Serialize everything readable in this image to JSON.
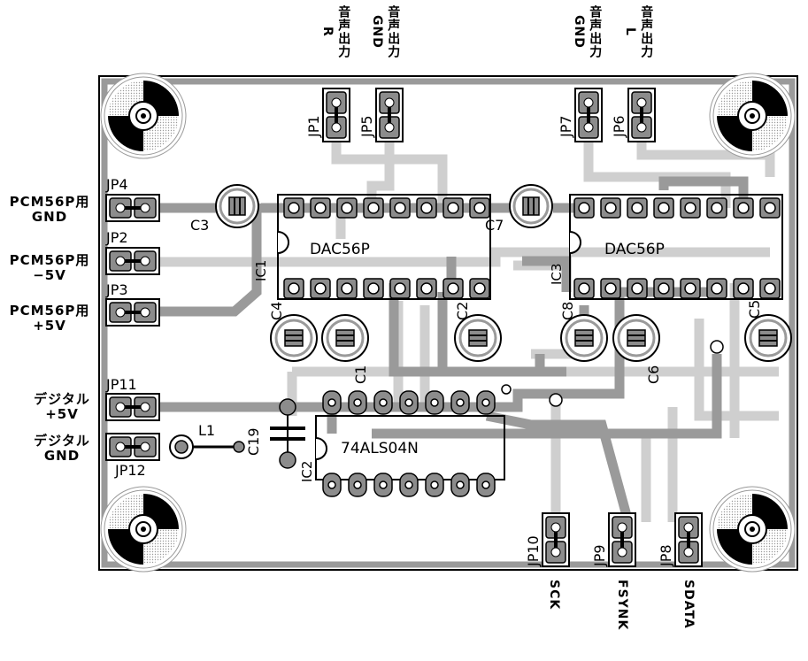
{
  "board": {
    "ic1": {
      "designator": "IC1",
      "part": "DAC56P"
    },
    "ic3": {
      "designator": "IC3",
      "part": "DAC56P"
    },
    "ic2": {
      "designator": "IC2",
      "part": "74ALS04N"
    },
    "inductor": "L1",
    "caps": {
      "c1": "C1",
      "c2": "C2",
      "c3": "C3",
      "c4": "C4",
      "c5": "C5",
      "c6": "C6",
      "c7": "C7",
      "c8": "C8",
      "c19": "C19"
    },
    "jumpers": {
      "jp1": "JP1",
      "jp2": "JP2",
      "jp3": "JP3",
      "jp4": "JP4",
      "jp5": "JP5",
      "jp6": "JP6",
      "jp7": "JP7",
      "jp8": "JP8",
      "jp9": "JP9",
      "jp10": "JP10",
      "jp11": "JP11",
      "jp12": "JP12"
    }
  },
  "labels": {
    "jp4": [
      "PCM56P用",
      "GND"
    ],
    "jp2": [
      "PCM56P用",
      "−5V"
    ],
    "jp3": [
      "PCM56P用",
      "+5V"
    ],
    "jp11": [
      "デジタル",
      "+5V"
    ],
    "jp12": [
      "デジタル",
      "GND"
    ],
    "jp1": [
      "音声出力",
      "R"
    ],
    "jp5": [
      "音声出力",
      "GND"
    ],
    "jp7": [
      "音声出力",
      "GND"
    ],
    "jp6": [
      "音声出力",
      "L"
    ],
    "jp10": "SCK",
    "jp9": "FSYNK",
    "jp8": "SDATA"
  },
  "colors": {
    "board_outline": "#808080",
    "trace_dark": "#9a9a9a",
    "trace_light": "#cfcfcf",
    "pad": "#8c8c8c",
    "silkscreen": "#000000"
  }
}
